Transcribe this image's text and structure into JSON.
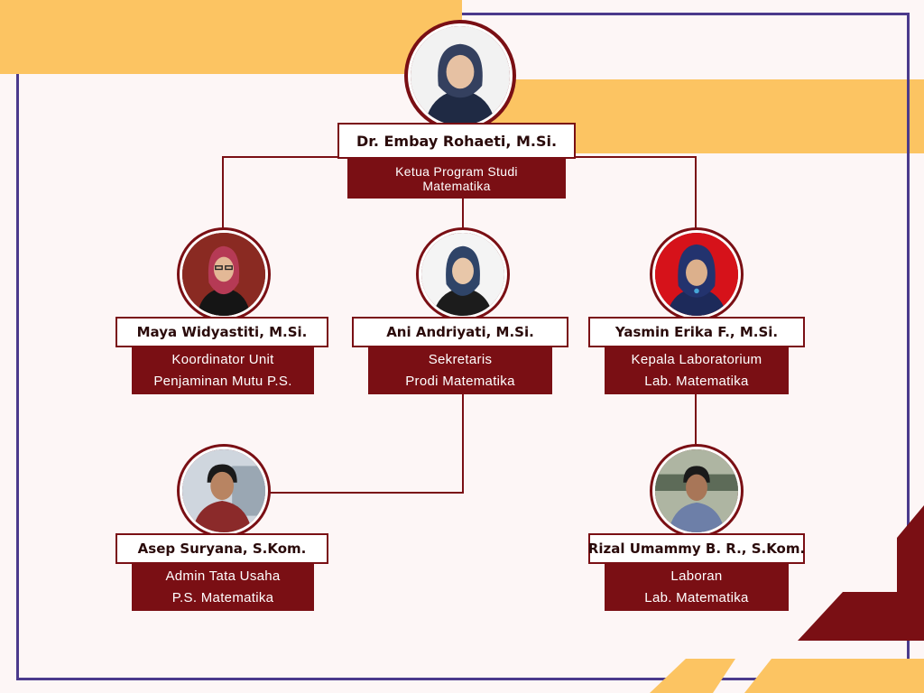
{
  "colors": {
    "accent": "#7a0f14",
    "yellow": "#fcc462",
    "frame": "#4b3a8c",
    "background": "#fdf6f6"
  },
  "nodes": {
    "head": {
      "name": "Dr. Embay Rohaeti, M.Si.",
      "role_line1": "Ketua Program Studi",
      "role_line2": "Matematika"
    },
    "quality": {
      "name": "Maya Widyastiti, M.Si.",
      "role_line1": "Koordinator Unit",
      "role_line2": "Penjaminan Mutu P.S."
    },
    "secretary": {
      "name": "Ani Andriyati, M.Si.",
      "role_line1": "Sekretaris",
      "role_line2": "Prodi Matematika"
    },
    "lab_head": {
      "name": "Yasmin Erika F., M.Si.",
      "role_line1": "Kepala Laboratorium",
      "role_line2": "Lab. Matematika"
    },
    "admin": {
      "name": "Asep Suryana, S.Kom.",
      "role_line1": "Admin Tata Usaha",
      "role_line2": "P.S. Matematika"
    },
    "laboran": {
      "name": "Rizal Umammy B. R., S.Kom.",
      "role_line1": "Laboran",
      "role_line2": "Lab. Matematika"
    }
  }
}
